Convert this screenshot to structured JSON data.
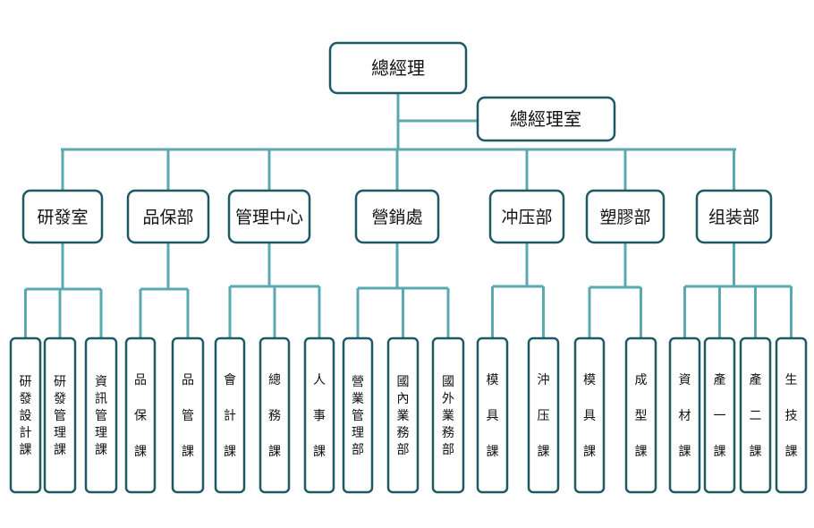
{
  "org": {
    "ceo": "總經理",
    "ceo_office": "總經理室",
    "departments": [
      {
        "name": "研發室",
        "sections": [
          "研發設計課",
          "研發管理課",
          "資訊管理課"
        ]
      },
      {
        "name": "品保部",
        "sections": [
          "品保課",
          "品管課"
        ]
      },
      {
        "name": "管理中心",
        "sections": [
          "會計課",
          "總務課",
          "人事課"
        ]
      },
      {
        "name": "營銷處",
        "sections": [
          "營業管理部",
          "國內業務部",
          "國外業務部"
        ]
      },
      {
        "name": "冲压部",
        "sections": [
          "模具課",
          "沖压課"
        ]
      },
      {
        "name": "塑膠部",
        "sections": [
          "模具課",
          "成型課"
        ]
      },
      {
        "name": "组装部",
        "sections": [
          "資材課",
          "產一課",
          "產二課",
          "生技課"
        ]
      }
    ]
  },
  "colors": {
    "box_border": "#1d5a63",
    "connector": "#5aa9b0",
    "text": "#111111"
  }
}
